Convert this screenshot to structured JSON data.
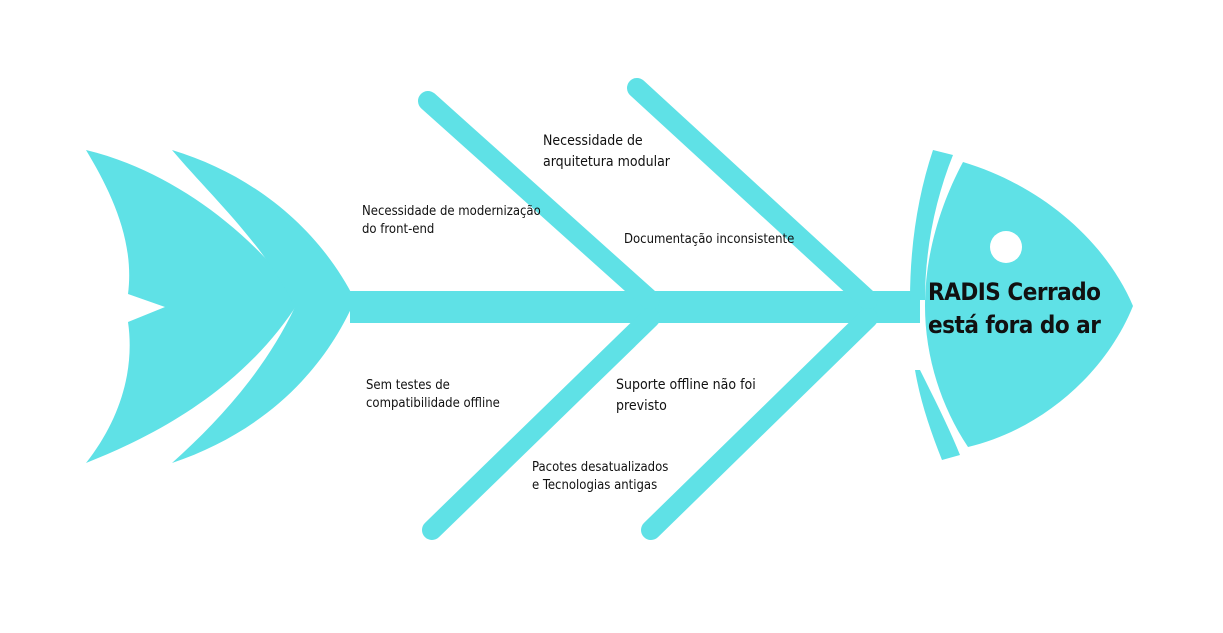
{
  "colors": {
    "fish": "#5fe1e6",
    "text": "#111111",
    "eye": "#ffffff"
  },
  "head": {
    "label": "RADIS Cerrado\nestá fora do ar"
  },
  "causes": {
    "top_left_outer": "Necessidade de modernização\n do front-end",
    "top_right_outer": "Necessidade de\narquitetura modular",
    "top_right_inner": "Documentação inconsistente",
    "bottom_left_outer": "Sem testes de\ncompatibilidade offline",
    "bottom_right_inner": "Suporte offline não foi\nprevisto",
    "bottom_mid": "Pacotes desatualizados\ne Tecnologias antigas"
  }
}
